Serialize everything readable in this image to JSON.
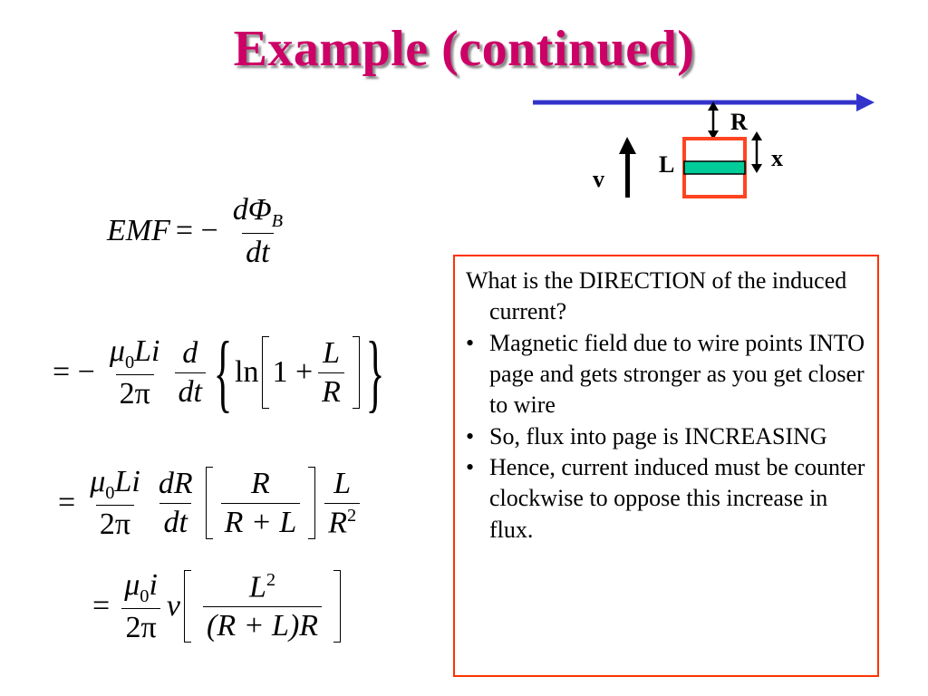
{
  "slide": {
    "title": "Example  (continued)"
  },
  "diagram": {
    "label_R": "R",
    "label_x": "x",
    "label_L": "L",
    "label_v": "v",
    "colors": {
      "wire": "#3333cc",
      "loop": "#ff4422",
      "bar": "#00cc99"
    }
  },
  "text_box": {
    "question": "What is the DIRECTION of  the induced current?",
    "bullet_char": "•",
    "bullets": [
      " Magnetic field due to wire points INTO page and gets stronger as you get closer to wire",
      " So, flux into page is INCREASING",
      " Hence, current induced must be counter clockwise to oppose this increase in flux."
    ],
    "border_color": "#ff3300"
  },
  "equations": {
    "eq1": {
      "lhs": "EMF",
      "equals": "= −",
      "num": "dΦ",
      "num_sub": "B",
      "den": "dt"
    },
    "eq2": {
      "prefix": "= −",
      "f1_num_mu": "μ",
      "f1_num_sub": "0",
      "f1_num_rest": "Li",
      "f1_den": "2π",
      "f2_num": "d",
      "f2_den": "dt",
      "ln": "ln",
      "one_plus": "1 +",
      "f3_num": "L",
      "f3_den": "R"
    },
    "eq3": {
      "prefix": "=",
      "f1_num_mu": "μ",
      "f1_num_sub": "0",
      "f1_num_rest": "Li",
      "f1_den": "2π",
      "f2_num": "dR",
      "f2_den": "dt",
      "f3_num": "R",
      "f3_den": "R + L",
      "f4_num": "L",
      "f4_den": "R",
      "f4_den_sup": "2"
    },
    "eq4": {
      "prefix": "=",
      "f1_num_mu": "μ",
      "f1_num_sub": "0",
      "f1_num_rest": "i",
      "f1_den": "2π",
      "v": "v",
      "f2_num": "L",
      "f2_num_sup": "2",
      "f2_den": "(R + L)R"
    }
  }
}
